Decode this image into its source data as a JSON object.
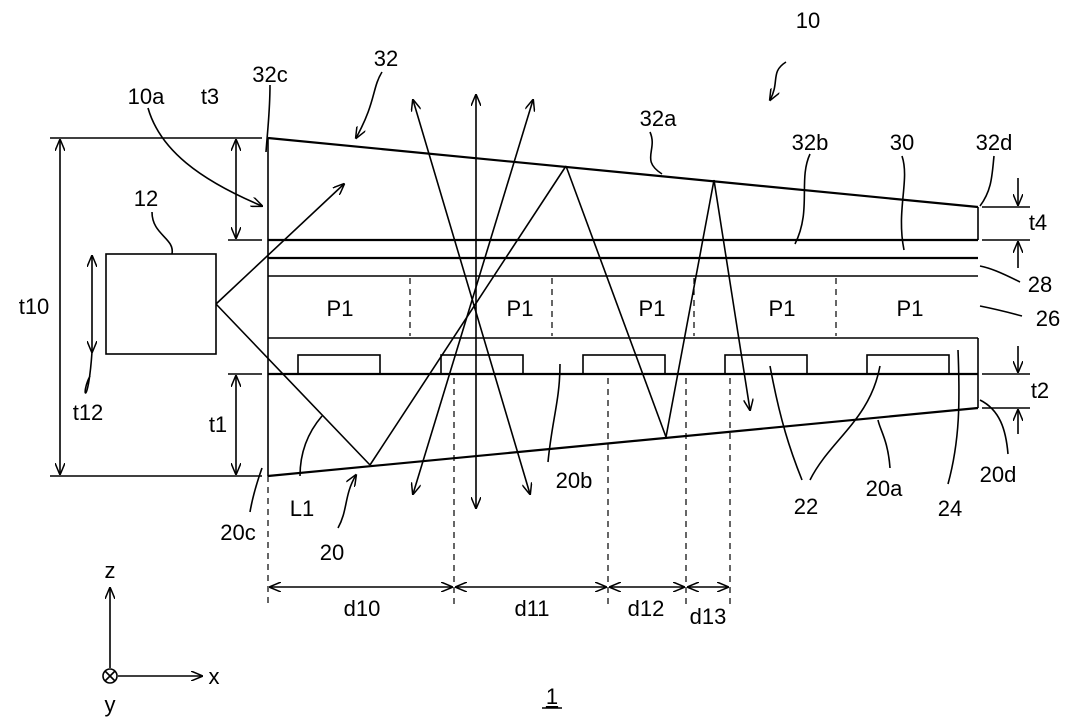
{
  "figure_number": "1",
  "labels": {
    "device": "10",
    "end_face_10a": "10a",
    "t3": "t3",
    "l32c": "32c",
    "l32": "32",
    "l32a": "32a",
    "l32b": "32b",
    "l30": "30",
    "l32d": "32d",
    "t4": "t4",
    "l12": "12",
    "l28": "28",
    "l26": "26",
    "t10": "t10",
    "t12": "t12",
    "t2": "t2",
    "t1": "t1",
    "l20b": "20b",
    "l20d": "20d",
    "l20a": "20a",
    "l22": "22",
    "l24": "24",
    "L1": "L1",
    "l20c": "20c",
    "l20": "20",
    "d10": "d10",
    "d11": "d11",
    "d12": "d12",
    "d13": "d13",
    "axis_z": "z",
    "axis_x": "x",
    "axis_y": "y",
    "pixels": [
      "P1",
      "P1",
      "P1",
      "P1",
      "P1"
    ]
  }
}
